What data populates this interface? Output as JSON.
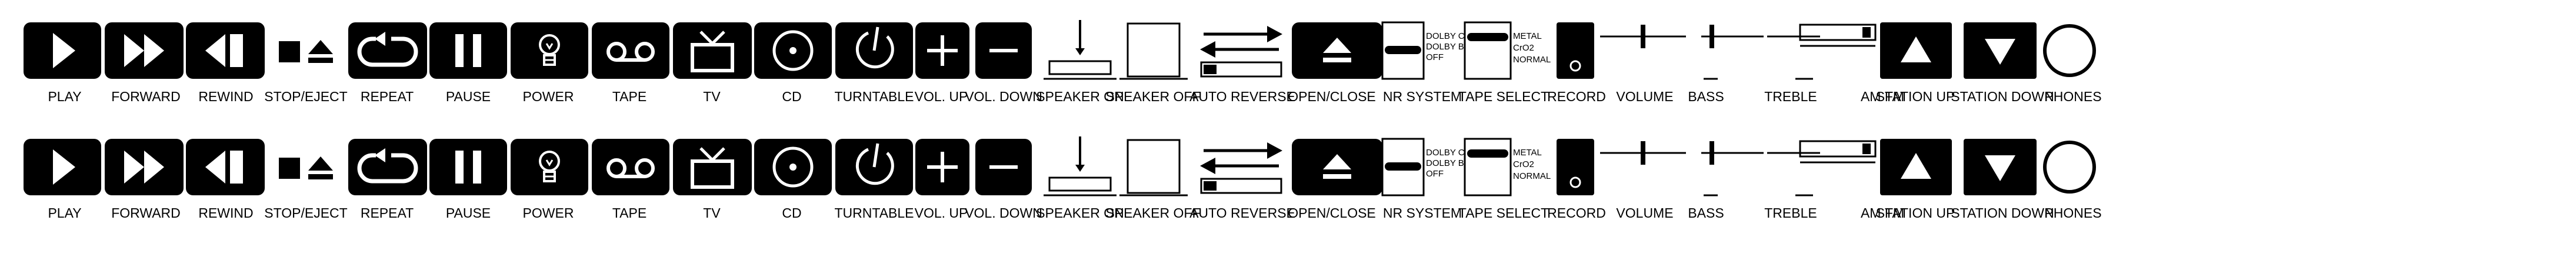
{
  "colors": {
    "ink": "#000000",
    "paper": "#ffffff"
  },
  "rows": [
    {
      "items": [
        {
          "icon": "play-icon",
          "label": "PLAY"
        },
        {
          "icon": "forward-icon",
          "label": "FORWARD"
        },
        {
          "icon": "rewind-icon",
          "label": "REWIND"
        },
        {
          "icon": "stop-eject-icon",
          "label": "STOP/EJECT"
        },
        {
          "icon": "repeat-icon",
          "label": "REPEAT"
        },
        {
          "icon": "pause-icon",
          "label": "PAUSE"
        },
        {
          "icon": "power-bulb-icon",
          "label": "POWER"
        },
        {
          "icon": "tape-icon",
          "label": "TAPE"
        },
        {
          "icon": "tv-icon",
          "label": "TV"
        },
        {
          "icon": "cd-icon",
          "label": "CD"
        },
        {
          "icon": "turntable-icon",
          "label": "TURNTABLE"
        },
        {
          "icon": "plus-icon",
          "label": "VOL. UP"
        },
        {
          "icon": "minus-icon",
          "label": "VOL. DOWN"
        },
        {
          "icon": "speaker-on-icon",
          "label": "SPEAKER ON"
        },
        {
          "icon": "speaker-off-icon",
          "label": "SPEAKER OFF"
        },
        {
          "icon": "auto-reverse-icon",
          "label": "AUTO REVERSE"
        },
        {
          "icon": "open-close-icon",
          "label": "OPEN/CLOSE"
        },
        {
          "icon": "nr-system-icon",
          "label": "NR SYSTEM"
        },
        {
          "icon": "tape-select-icon",
          "label": "TAPE SELECT"
        },
        {
          "icon": "record-icon",
          "label": "RECORD"
        },
        {
          "icon": "volume-slider-icon",
          "label": "VOLUME"
        },
        {
          "icon": "bass-slider-icon",
          "label": "BASS"
        },
        {
          "icon": "treble-slider-icon",
          "label": "TREBLE"
        },
        {
          "icon": "am-fm-icon",
          "label": "AM FM"
        },
        {
          "icon": "station-up-icon",
          "label": "STATION UP"
        },
        {
          "icon": "station-down-icon",
          "label": "STATION DOWN"
        },
        {
          "icon": "phones-icon",
          "label": "PHONES"
        }
      ],
      "nr_options": [
        "DOLBY C",
        "DOLBY B",
        "OFF"
      ],
      "tape_options": [
        "METAL",
        "CrO2",
        "NORMAL"
      ]
    },
    {
      "items": [
        {
          "icon": "play-icon",
          "label": "PLAY"
        },
        {
          "icon": "forward-icon",
          "label": "FORWARD"
        },
        {
          "icon": "rewind-icon",
          "label": "REWIND"
        },
        {
          "icon": "stop-eject-icon",
          "label": "STOP/EJECT"
        },
        {
          "icon": "repeat-icon",
          "label": "REPEAT"
        },
        {
          "icon": "pause-icon",
          "label": "PAUSE"
        },
        {
          "icon": "power-bulb-icon",
          "label": "POWER"
        },
        {
          "icon": "tape-icon",
          "label": "TAPE"
        },
        {
          "icon": "tv-icon",
          "label": "TV"
        },
        {
          "icon": "cd-icon",
          "label": "CD"
        },
        {
          "icon": "turntable-icon",
          "label": "TURNTABLE"
        },
        {
          "icon": "plus-icon",
          "label": "VOL. UP"
        },
        {
          "icon": "minus-icon",
          "label": "VOL. DOWN"
        },
        {
          "icon": "speaker-on-icon",
          "label": "SPEAKER ON"
        },
        {
          "icon": "speaker-off-icon",
          "label": "SPEAKER OFF"
        },
        {
          "icon": "auto-reverse-icon",
          "label": "AUTO REVERSE"
        },
        {
          "icon": "open-close-icon",
          "label": "OPEN/CLOSE"
        },
        {
          "icon": "nr-system-icon",
          "label": "NR SYSTEM"
        },
        {
          "icon": "tape-select-icon",
          "label": "TAPE SELECT"
        },
        {
          "icon": "record-icon",
          "label": "RECORD"
        },
        {
          "icon": "volume-slider-icon",
          "label": "VOLUME"
        },
        {
          "icon": "bass-slider-icon",
          "label": "BASS"
        },
        {
          "icon": "treble-slider-icon",
          "label": "TREBLE"
        },
        {
          "icon": "am-fm-icon",
          "label": "AM FM"
        },
        {
          "icon": "station-up-icon",
          "label": "STATION UP"
        },
        {
          "icon": "station-down-icon",
          "label": "STATION DOWN"
        },
        {
          "icon": "phones-icon",
          "label": "PHONES"
        }
      ],
      "nr_options": [
        "DOLBY C",
        "DOLBY B",
        "OFF"
      ],
      "tape_options": [
        "METAL",
        "CrO2",
        "NORMAL"
      ]
    }
  ]
}
